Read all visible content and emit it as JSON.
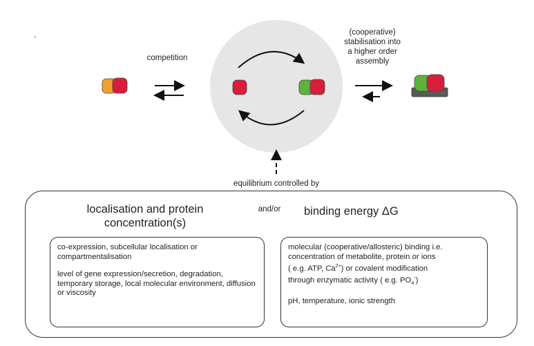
{
  "top": {
    "competition_label": "competition",
    "stabilisation_label_lines": [
      "(cooperative)",
      "stabilisation into",
      "a higher order",
      "assembly"
    ],
    "equilibrium_label": "equilibrium controlled by"
  },
  "box": {
    "left_heading_lines": [
      "localisation and protein",
      "concentration(s)"
    ],
    "connector": "and/or",
    "right_heading": "binding energy ΔG",
    "left_items": [
      "co-expression, subcellular localisation or compartmentalisation",
      "level of gene expression/secretion, degradation, temporary storage, local molecular environment, diffusion or viscosity"
    ],
    "right_item1_lines": [
      "molecular (cooperative/allosteric) binding  i.e.",
      "concentration of metabolite, protein or ions"
    ],
    "right_item1_l3_pre": "( e.g. ATP, Ca",
    "right_item1_l3_sup": "2+",
    "right_item1_l3_post": ") or covalent modification",
    "right_item1_l4_pre": "through enzymatic activity ( e.g. PO",
    "right_item1_l4_sub": "4",
    "right_item1_l4_sup": "-",
    "right_item1_l4_post": ")",
    "right_item2": "pH, temperature, ionic strength"
  },
  "colors": {
    "orange": "#f0a030",
    "red": "#d81e3c",
    "green": "#5cb23a",
    "gray_platform": "#5a5a5a",
    "circle_fill": "#e6e6e6"
  }
}
